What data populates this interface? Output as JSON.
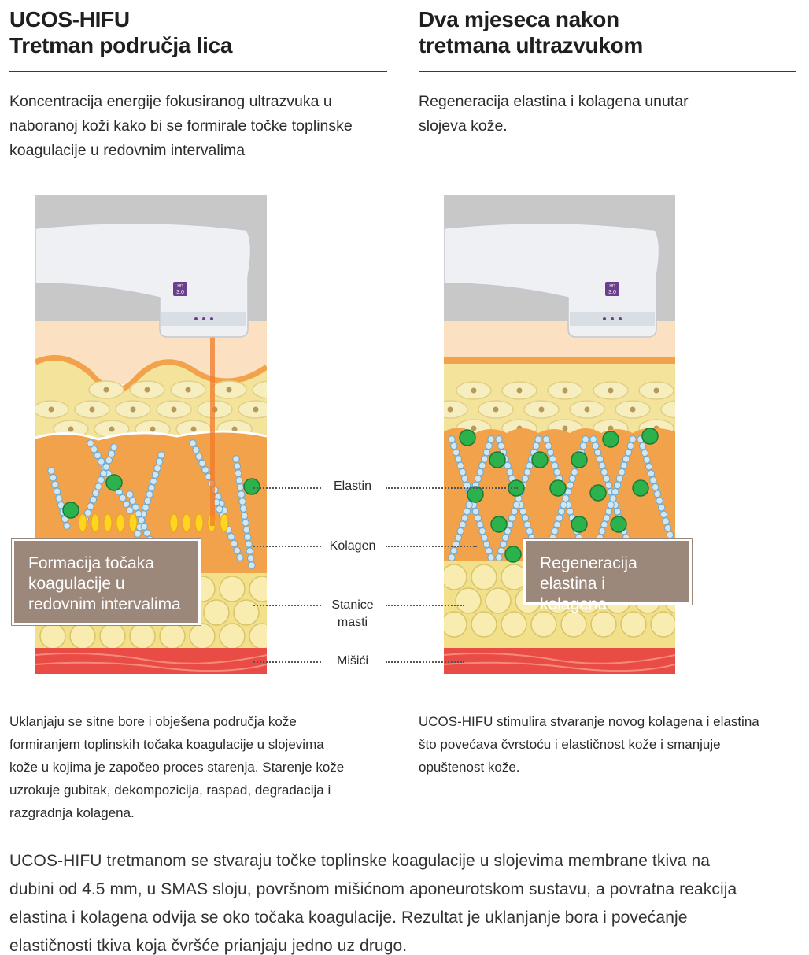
{
  "left": {
    "title_lines": [
      "UCOS-HIFU",
      "Tretman područja lica"
    ],
    "intro_lines": [
      "Koncentracija energije fokusiranog ultrazvuka u",
      "naboranoj koži kako bi se formirale točke toplinske",
      "koagulacije u redovnim intervalima"
    ],
    "box_lines": [
      "Formacija točaka",
      "koagulacije u",
      "redovnim intervalima"
    ],
    "desc_lines": [
      "Uklanjaju  se sitne bore i obješena područja kože",
      "formiranjem toplinskih točaka koagulacije u slojevima",
      "kože u kojima je započeo proces starenja. Starenje kože",
      "uzrokuje gubitak, dekompozicija, raspad, degradacija i",
      "razgradnja kolagena."
    ]
  },
  "right": {
    "title_lines": [
      "Dva mjeseca nakon",
      "tretmana ultrazvukom"
    ],
    "intro_lines": [
      "Regeneracija elastina i kolagena unutar",
      "slojeva kože."
    ],
    "box_lines": [
      "Regeneracija",
      "elastina i kolagena"
    ],
    "desc_lines": [
      "UCOS-HIFU stimulira stvaranje novog kolagena i elastina",
      "što povećava čvrstoću i elastičnost kože i smanjuje",
      "opuštenost kože."
    ]
  },
  "device": {
    "badge_top": "HD",
    "badge_value": "3.0"
  },
  "layers": {
    "elastin": "Elastin",
    "kolagen": "Kolagen",
    "stanice_lines": [
      "Stanice",
      "masti"
    ],
    "misici": "Mišići"
  },
  "footer_lines": [
    "UCOS-HIFU tretmanom se stvaraju točke toplinske koagulacije u slojevima membrane tkiva na",
    "dubini od 4.5 mm, u SMAS sloju, površnom mišićnom aponeurotskom sustavu, a povratna reakcija",
    "elastina i kolagena odvija se oko točaka koagulacije. Rezultat je uklanjanje bora i povećanje",
    "elastičnosti tkiva koja čvršće prianjaju jedno uz drugo."
  ],
  "colors": {
    "background_gray": "#c8c8c8",
    "epidermis": "#fbe0c2",
    "cell_layer": "#f4e39a",
    "dermis": "#f2a24a",
    "fat": "#f3e08a",
    "muscle": "#e94b45",
    "elastin_green": "#2bb24c",
    "collagen_blue": "#7fb8dc",
    "box": "#9c877b",
    "laser": "#f07a2a"
  }
}
